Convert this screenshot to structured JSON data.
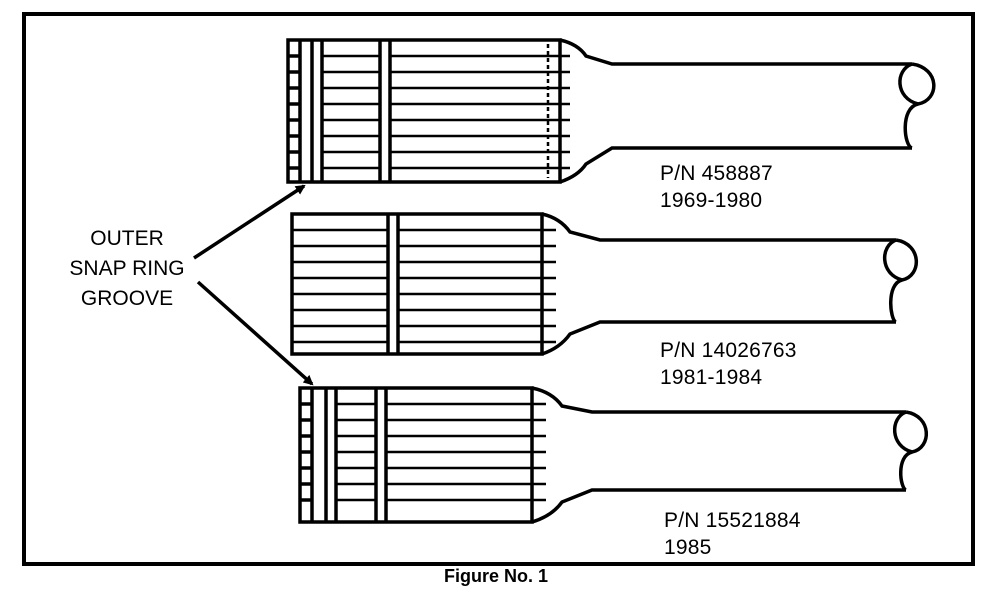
{
  "callout": {
    "lines": [
      "OUTER",
      "SNAP RING",
      "GROOVE"
    ]
  },
  "parts": [
    {
      "part_number": "P/N 458887",
      "years": "1969-1980"
    },
    {
      "part_number": "P/N 14026763",
      "years": "1981-1984"
    },
    {
      "part_number": "P/N 15521884",
      "years": "1985"
    }
  ],
  "caption": "Figure No. 1",
  "colors": {
    "ink": "#000000",
    "paper": "#ffffff"
  }
}
